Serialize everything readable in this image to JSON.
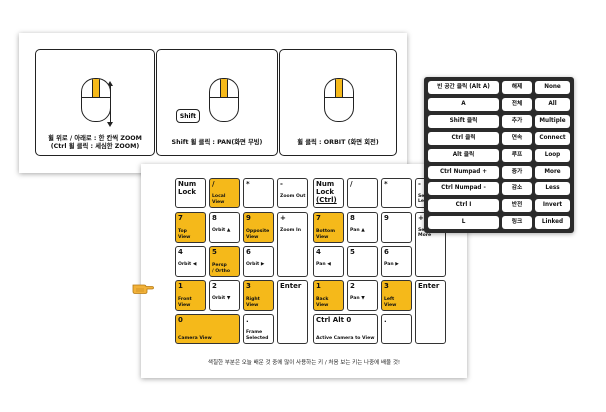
{
  "mouse_card": {
    "zoom_caption": "휠 위로 / 아래로 : 한 칸씩 ZOOM",
    "zoom_caption2": "(Ctrl 휠 클릭 : 세심한 ZOOM)",
    "shift_key": "Shift",
    "pan_caption": "Shift 휠 클릭 : PAN(화면 무빙)",
    "orbit_caption": "휠 클릭 : ORBIT (화면 회전)"
  },
  "numpad_card": {
    "left": {
      "numlock": "Num\nLock",
      "slash": "/",
      "slash_sub": "Local\nView",
      "star": "*",
      "minus": "-",
      "minus_sub": "Zoom Out",
      "k7": "7",
      "k7_sub": "Top\nView",
      "k8": "8",
      "k8_sub": "Orbit ▲",
      "k9": "9",
      "k9_sub": "Opposite\nView",
      "plus": "+",
      "plus_sub": "Zoom In",
      "k4": "4",
      "k4_sub": "Orbit ◀",
      "k5": "5",
      "k5_sub": "Persp\n/ Ortho",
      "k6": "6",
      "k6_sub": "Orbit ▶",
      "k1": "1",
      "k1_sub": "Front\nView",
      "k2": "2",
      "k2_sub": "Orbit ▼",
      "k3": "3",
      "k3_sub": "Right\nView",
      "enter": "Enter",
      "k0": "0",
      "k0_sub": "Camera View",
      "dot": ".",
      "dot_sub": "Frame\nSelected"
    },
    "right": {
      "numlock": "Num\nLock",
      "numlock_sub": "(Ctrl)",
      "slash": "/",
      "star": "*",
      "minus": "-",
      "minus_sub": "Sele\nLes",
      "k7": "7",
      "k7_sub": "Bottom\nView",
      "k8": "8",
      "k8_sub": "Pan ▲",
      "k9": "9",
      "plus": "+",
      "plus_sub": "Select\nMore",
      "k4": "4",
      "k4_sub": "Pan ◀",
      "k5": "5",
      "k6": "6",
      "k6_sub": "Pan ▶",
      "k1": "1",
      "k1_sub": "Back\nView",
      "k2": "2",
      "k2_sub": "Pan ▼",
      "k3": "3",
      "k3_sub": "Left\nView",
      "enter": "Enter",
      "k0": "Ctrl Alt 0",
      "k0_sub": "Active Camera to View",
      "dot": "."
    },
    "footer": "색칠한 부분은 오늘 배운 것 중에 많이 사용하는 키 / 처음 보는 키는 나중에 배울 것!"
  },
  "shortcut_table": {
    "rows": [
      [
        "빈 공간 클릭 (Alt A)",
        "해제",
        "None"
      ],
      [
        "A",
        "전체",
        "All"
      ],
      [
        "Shift 클릭",
        "추가",
        "Multiple"
      ],
      [
        "Ctrl 클릭",
        "연속",
        "Connect"
      ],
      [
        "Alt 클릭",
        "루프",
        "Loop"
      ],
      [
        "Ctrl Numpad +",
        "증가",
        "More"
      ],
      [
        "Ctrl Numpad -",
        "감소",
        "Less"
      ],
      [
        "Ctrl I",
        "반전",
        "Invert"
      ],
      [
        "L",
        "링크",
        "Linked"
      ]
    ]
  },
  "colors": {
    "highlight": "#f5b91a",
    "table_bg": "#2b2b2b"
  },
  "icons": {
    "pointer": "pointing-hand-icon"
  }
}
